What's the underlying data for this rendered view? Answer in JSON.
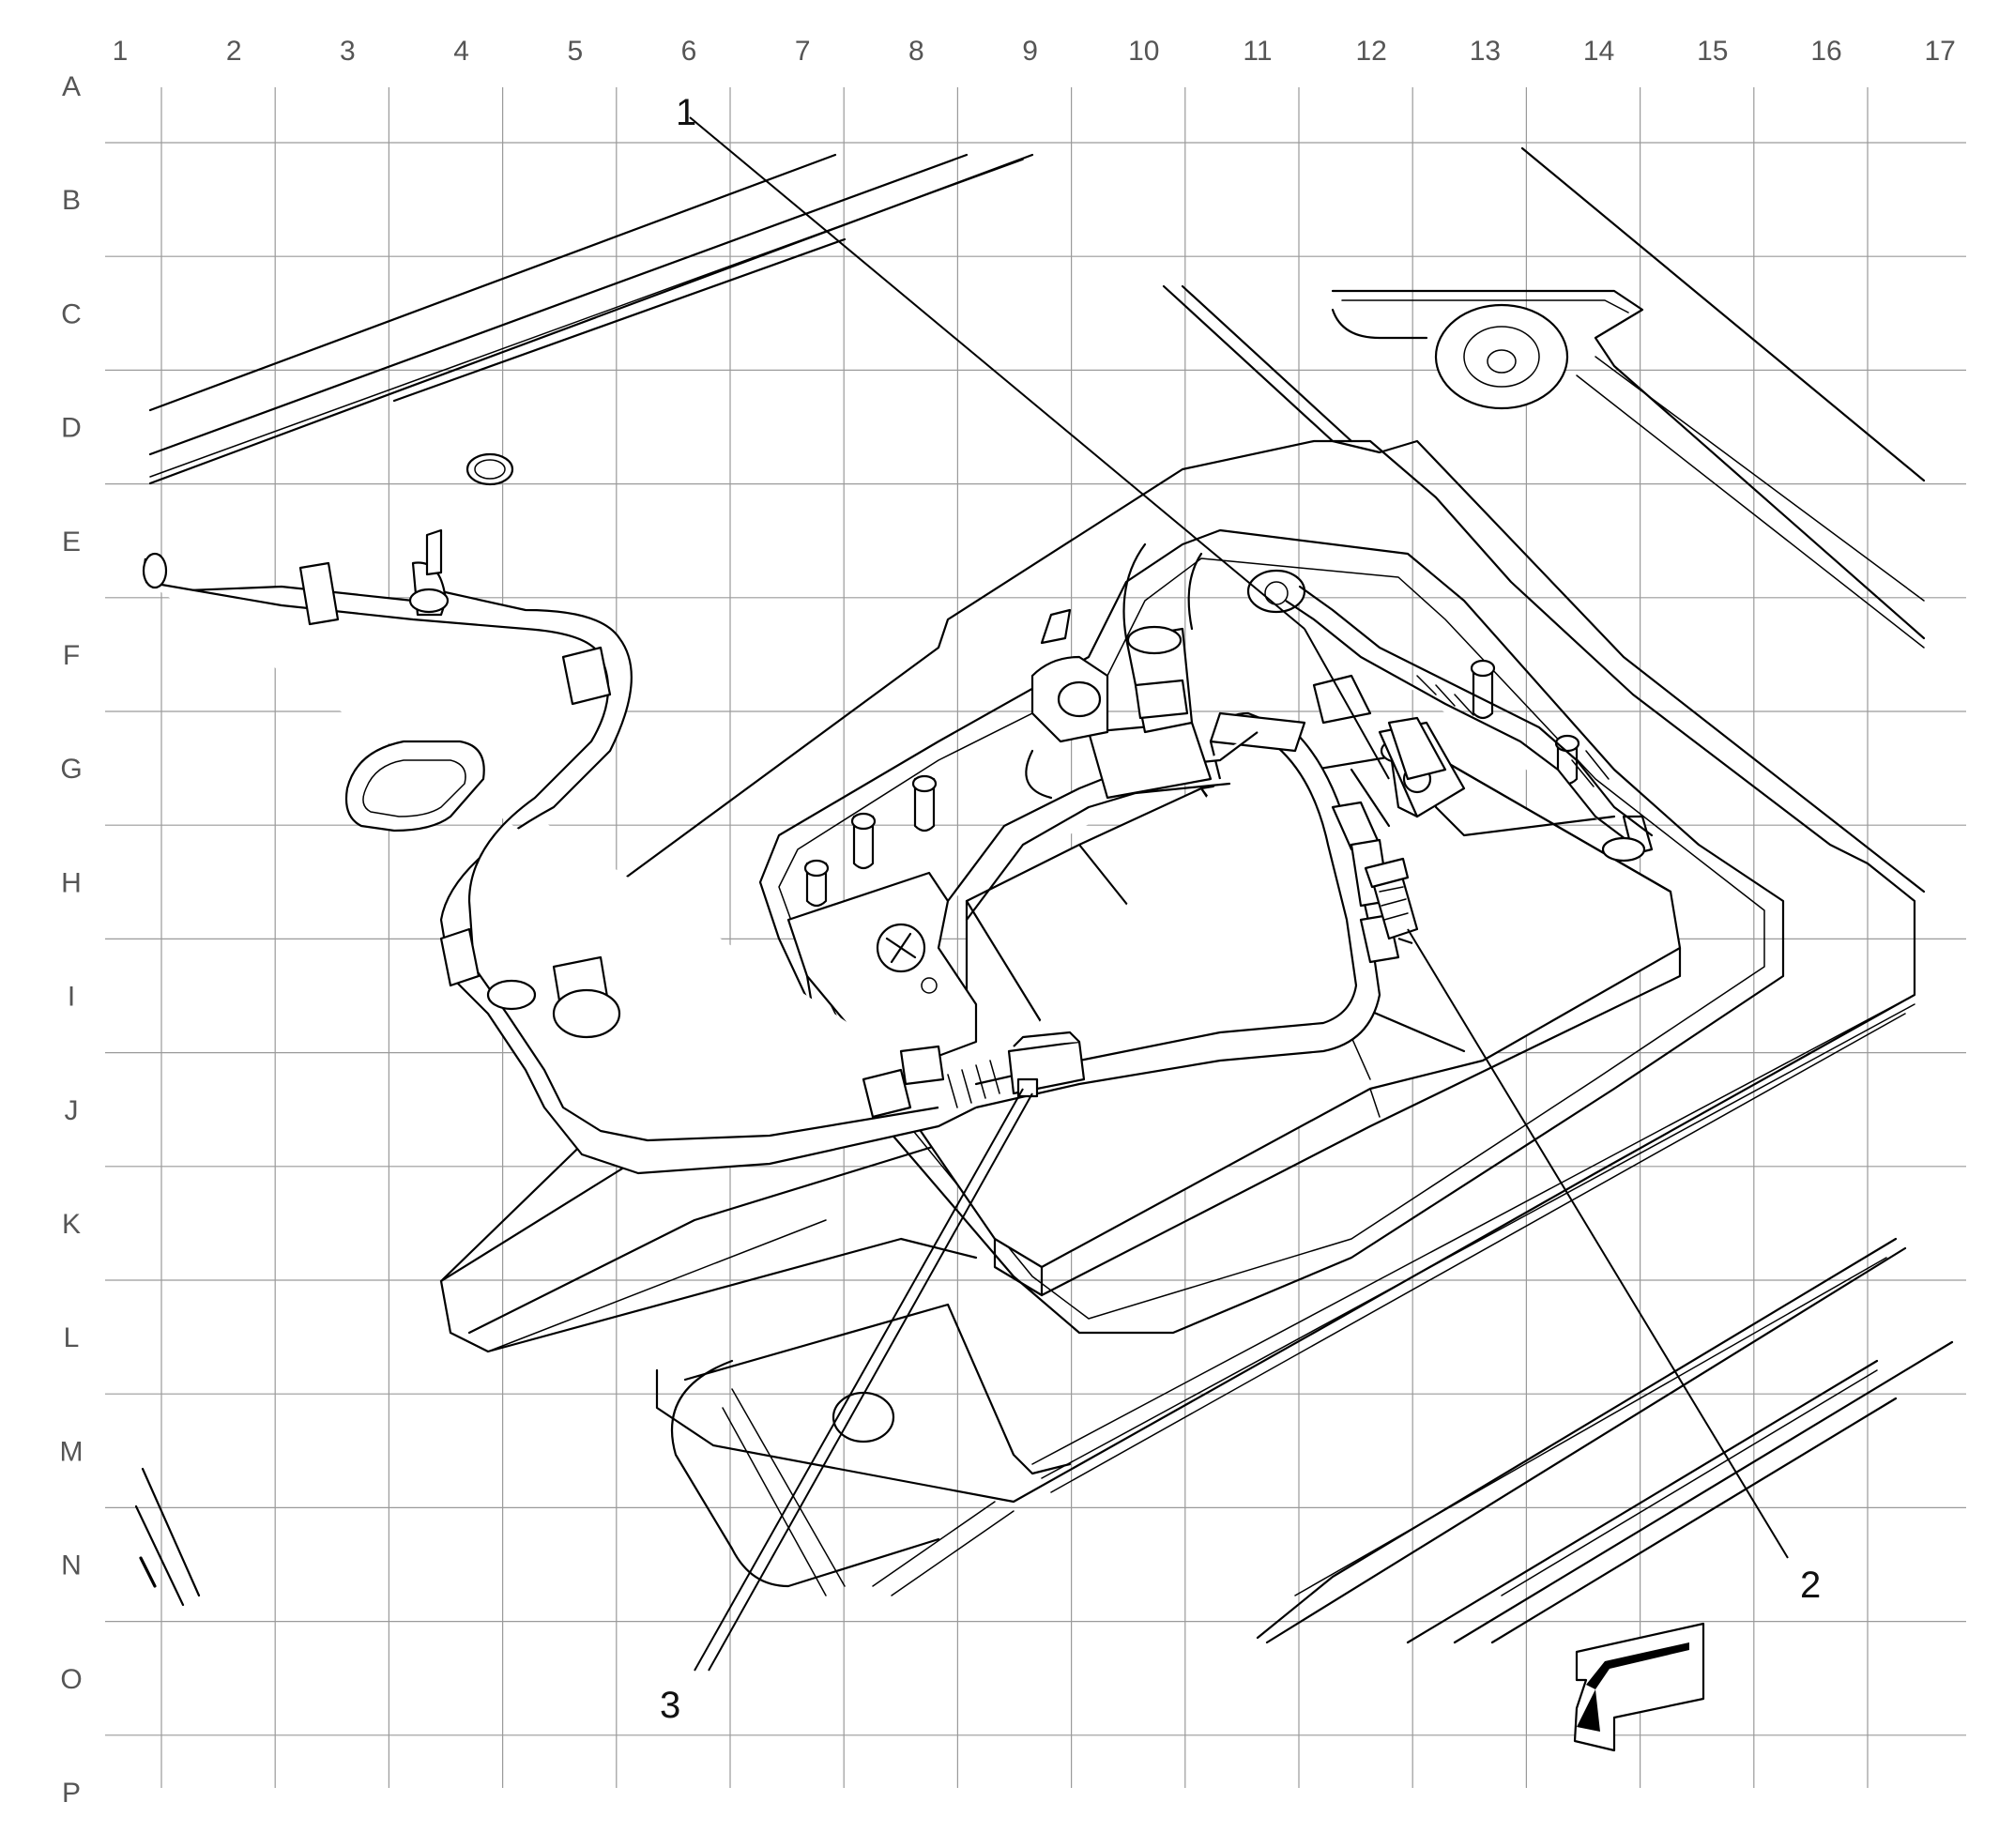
{
  "grid": {
    "columns": [
      "1",
      "2",
      "3",
      "4",
      "5",
      "6",
      "7",
      "8",
      "9",
      "10",
      "11",
      "12",
      "13",
      "14",
      "15",
      "16",
      "17"
    ],
    "rows": [
      "A",
      "B",
      "C",
      "D",
      "E",
      "F",
      "G",
      "H",
      "I",
      "J",
      "K",
      "L",
      "M",
      "N",
      "O",
      "P"
    ]
  },
  "callouts": [
    {
      "id": "1",
      "label": "1"
    },
    {
      "id": "2",
      "label": "2"
    },
    {
      "id": "3",
      "label": "3"
    }
  ],
  "icons": {
    "direction_arrow": "front-direction-arrow-icon"
  }
}
